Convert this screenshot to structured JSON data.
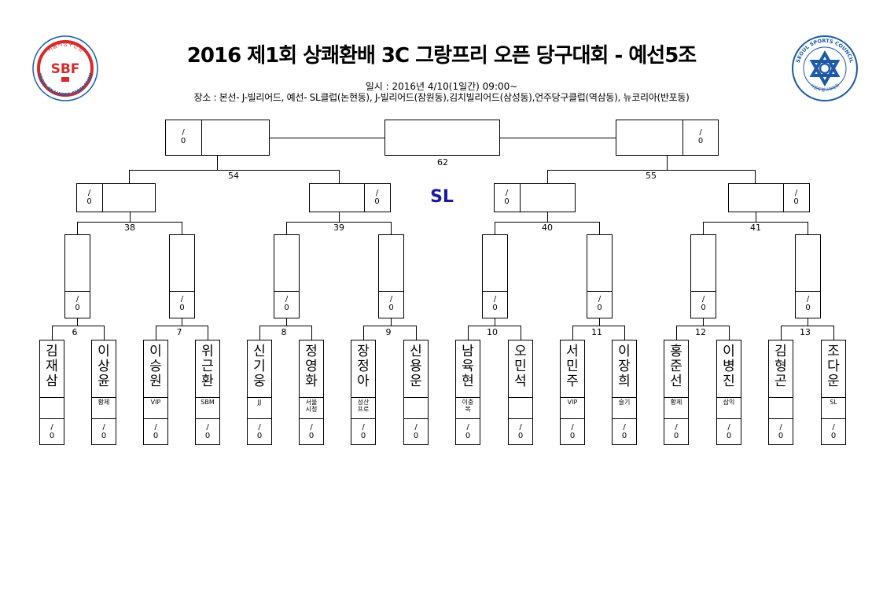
{
  "header": {
    "title": "2016 제1회 상쾌환배 3C 그랑프리 오픈 당구대회 - 예선5조",
    "date": "일시 : 2016년 4/10(1일간) 09:00~",
    "venue": "장소 : 본선- J-빌리어드, 예선- SL클럽(논현동), J-빌리어드(잠원동),김치빌리어드(삼성동),언주당구클럽(역삼동), 뉴코리아(반포동)"
  },
  "logos": {
    "left_ring": "서울시당구연맹",
    "left_mark": "SBF",
    "left_sub": "SEOUL-BILLIARDS-FEDERATION",
    "right_ring": "SEOUL SPORTS COUNCIL",
    "right_sub": "서울특별시체육회"
  },
  "center_label": "SL",
  "ratio_text": "/\n0",
  "matches": {
    "m6": "6",
    "m7": "7",
    "m8": "8",
    "m9": "9",
    "m10": "10",
    "m11": "11",
    "m12": "12",
    "m13": "13",
    "m38": "38",
    "m39": "39",
    "m40": "40",
    "m41": "41",
    "m54": "54",
    "m55": "55",
    "m62": "62"
  },
  "players": [
    {
      "name": "김\n재\n삼",
      "club": ""
    },
    {
      "name": "이\n상\n윤",
      "club": "황제"
    },
    {
      "name": "이\n승\n원",
      "club": "VIP"
    },
    {
      "name": "위\n근\n환",
      "club": "SBM"
    },
    {
      "name": "신\n기\n웅",
      "club": "JJ"
    },
    {
      "name": "정\n영\n화",
      "club": "서울\n시청"
    },
    {
      "name": "장\n정\n아",
      "club": "성산\n프로"
    },
    {
      "name": "신\n용\n운",
      "club": ""
    },
    {
      "name": "남\n육\n현",
      "club": "이충\n복"
    },
    {
      "name": "오\n민\n석",
      "club": ""
    },
    {
      "name": "서\n민\n주",
      "club": "VIP"
    },
    {
      "name": "이\n장\n희",
      "club": "슬기"
    },
    {
      "name": "홍\n준\n선",
      "club": "황제"
    },
    {
      "name": "이\n병\n진",
      "club": "삼익"
    },
    {
      "name": "김\n형\n곤",
      "club": ""
    },
    {
      "name": "조\n다\n운",
      "club": "SL"
    }
  ],
  "colors": {
    "sl_blue": "#1a1aa0",
    "sbf_red": "#d52b2b",
    "ssc_blue": "#1c5aa8"
  }
}
